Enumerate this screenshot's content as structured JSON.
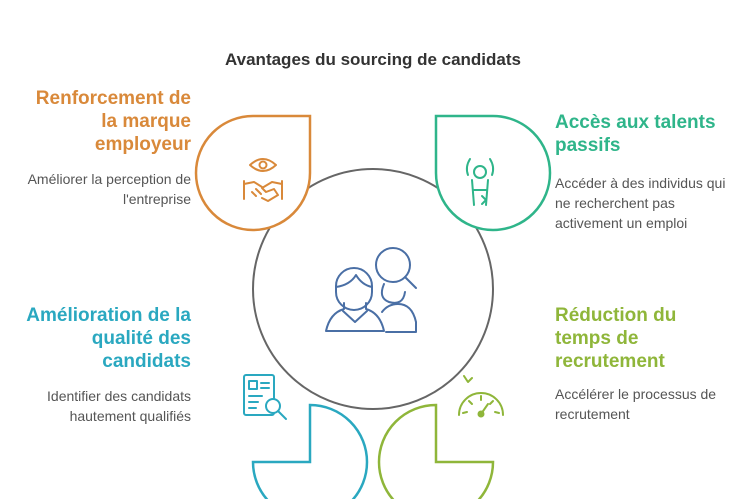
{
  "title": "Avantages du sourcing de candidats",
  "colors": {
    "orange": "#D9893A",
    "green": "#2FB58A",
    "teal": "#2AA8C0",
    "olive": "#8FB63A",
    "center": "#4A6FA5",
    "ring": "#666666"
  },
  "items": {
    "top_left": {
      "heading": "Renforcement de la marque employeur",
      "description": "Améliorer la perception de l'entreprise",
      "icon": "eye-handshake-icon"
    },
    "top_right": {
      "heading": "Accès aux talents passifs",
      "description": "Accéder à des individus qui ne recherchent pas activement un emploi",
      "icon": "person-signal-icon"
    },
    "bottom_left": {
      "heading": "Amélioration de la qualité des candidats",
      "description": "Identifier des candidats hautement qualifiés",
      "icon": "resume-search-icon"
    },
    "bottom_right": {
      "heading": "Réduction du temps de recrutement",
      "description": "Accélérer le processus de recrutement",
      "icon": "speedometer-icon"
    }
  },
  "center_icon": "people-search-icon"
}
